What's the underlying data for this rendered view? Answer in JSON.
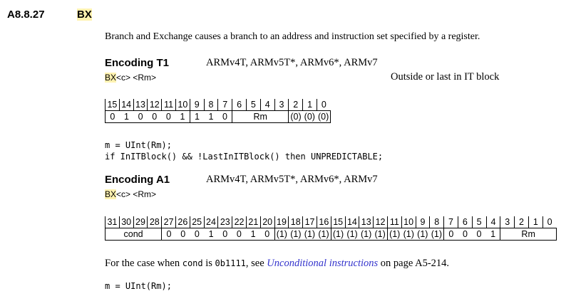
{
  "section": {
    "number": "A8.8.27",
    "title": "BX"
  },
  "description": "Branch and Exchange causes a branch to an address and instruction set specified by a register.",
  "encodings": [
    {
      "label": "Encoding T1",
      "arch": "ARMv4T, ARMv5T*, ARMv6*, ARMv7",
      "syntax_mnemonic": "BX",
      "syntax_rest": "<c> <Rm>",
      "it_note": "Outside or last in IT block",
      "bit_numbers": [
        "15",
        "14",
        "13",
        "12",
        "11",
        "10",
        "9",
        "8",
        "7",
        "6",
        "5",
        "4",
        "3",
        "2",
        "1",
        "0"
      ],
      "fields": [
        {
          "bits": [
            "0",
            "1",
            "0",
            "0",
            "0",
            "1"
          ]
        },
        {
          "bits": [
            "1",
            "1",
            "0"
          ]
        },
        {
          "bits": [
            "Rm"
          ]
        },
        {
          "bits": [
            "(0)",
            "(0)",
            "(0)"
          ]
        }
      ],
      "code": [
        "m = UInt(Rm);",
        "if InITBlock() && !LastInITBlock() then UNPREDICTABLE;"
      ]
    },
    {
      "label": "Encoding A1",
      "arch": "ARMv4T, ARMv5T*, ARMv6*, ARMv7",
      "syntax_mnemonic": "BX",
      "syntax_rest": "<c> <Rm>",
      "bit_numbers": [
        "31",
        "30",
        "29",
        "28",
        "27",
        "26",
        "25",
        "24",
        "23",
        "22",
        "21",
        "20",
        "19",
        "18",
        "17",
        "16",
        "15",
        "14",
        "13",
        "12",
        "11",
        "10",
        "9",
        "8",
        "7",
        "6",
        "5",
        "4",
        "3",
        "2",
        "1",
        "0"
      ],
      "fields": [
        {
          "bits": [
            "cond"
          ]
        },
        {
          "bits": [
            "0",
            "0",
            "0",
            "1",
            "0",
            "0",
            "1",
            "0"
          ]
        },
        {
          "bits": [
            "(1)",
            "(1)",
            "(1)",
            "(1)"
          ]
        },
        {
          "bits": [
            "(1)",
            "(1)",
            "(1)",
            "(1)"
          ]
        },
        {
          "bits": [
            "(1)",
            "(1)",
            "(1)",
            "(1)"
          ]
        },
        {
          "bits": [
            "0",
            "0",
            "0",
            "1"
          ]
        },
        {
          "bits": [
            "Rm"
          ]
        }
      ],
      "note_before": "For the case when ",
      "note_cond": "cond",
      "note_is": " is ",
      "note_value": "0b1111",
      "note_mid": ", see ",
      "note_link": "Unconditional instructions",
      "note_after": " on page A5-214.",
      "code": [
        "m = UInt(Rm);"
      ]
    }
  ]
}
